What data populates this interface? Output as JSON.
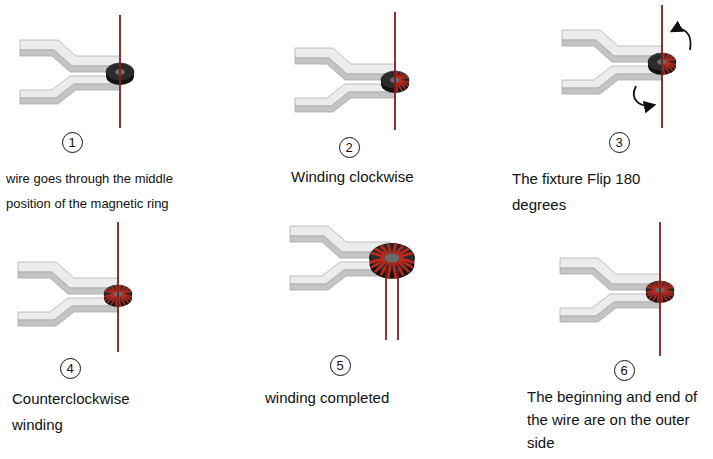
{
  "diagram": {
    "nodes": [
      {
        "text": [
          "1"
        ]
      },
      {
        "text": [
          "2"
        ]
      },
      {
        "text": [
          "3"
        ]
      },
      {
        "text": [
          "4"
        ]
      },
      {
        "text": [
          "5"
        ]
      },
      {
        "text": [
          "6"
        ]
      }
    ],
    "labels": [
      "wire goes through the middle position of the magnetic ring",
      "Winding clockwise",
      "The fixture Flip 180 degrees",
      "Counterclockwise winding",
      "winding completed",
      "The beginning and end of the wire are on the outer side"
    ]
  }
}
